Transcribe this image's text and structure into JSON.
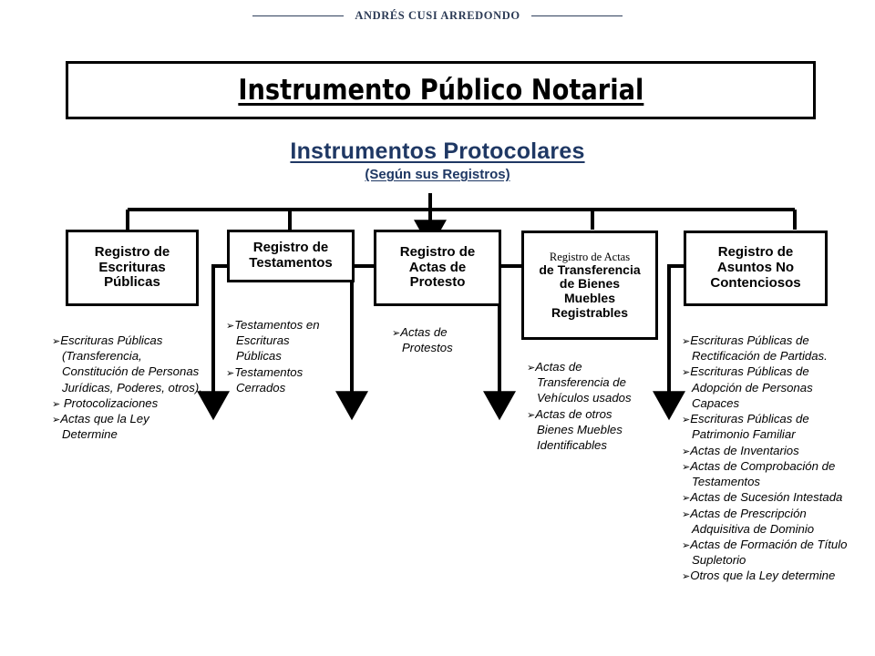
{
  "header": {
    "author": "ANDRÉS CUSI ARREDONDO"
  },
  "title": {
    "text": "Instrumento Público Notarial"
  },
  "subtitle": {
    "main": "Instrumentos Protocolares",
    "sub": "(Según sus Registros)"
  },
  "colors": {
    "accent_blue": "#1f3864",
    "header_blue": "#2b3a55",
    "line_black": "#000000",
    "page_bg": "#ffffff"
  },
  "boxes": [
    {
      "id": "registro-escrituras-publicas",
      "lines": [
        "Registro de",
        "Escrituras",
        "Públicas"
      ]
    },
    {
      "id": "registro-testamentos",
      "lines": [
        "Registro de",
        "Testamentos"
      ]
    },
    {
      "id": "registro-actas-protesto",
      "lines": [
        "Registro de",
        "Actas de",
        "Protesto"
      ]
    },
    {
      "id": "registro-actas-transferencia",
      "head": "Registro  de Actas",
      "lines": [
        "de Transferencia",
        "de Bienes",
        "Muebles",
        "Registrables"
      ]
    },
    {
      "id": "registro-asuntos-no-contenciosos",
      "lines": [
        "Registro  de",
        "Asuntos  No",
        "Contenciosos"
      ]
    }
  ],
  "lists": [
    {
      "id": "list-escrituras-publicas",
      "items": [
        "Escrituras Públicas (Transferencia, Constitución    de Personas Jurídicas, Poderes, otros).",
        " Protocolizaciones",
        "Actas que la Ley Determine"
      ]
    },
    {
      "id": "list-testamentos",
      "items": [
        "Testamentos en Escrituras Públicas",
        "Testamentos Cerrados"
      ]
    },
    {
      "id": "list-actas-protesto",
      "items": [
        "Actas de    Protestos"
      ]
    },
    {
      "id": "list-actas-transferencia",
      "items": [
        "Actas de Transferencia de Vehículos usados",
        "Actas de otros Bienes Muebles Identificables"
      ]
    },
    {
      "id": "list-asuntos-no-contenciosos",
      "items": [
        "Escrituras Públicas de Rectificación de Partidas.",
        "Escrituras Públicas de Adopción de Personas Capaces",
        "Escrituras Públicas de Patrimonio Familiar",
        "Actas de Inventarios",
        "Actas de Comprobación de Testamentos",
        "Actas de Sucesión Intestada",
        "Actas de Prescripción Adquisitiva de Dominio",
        "Actas de Formación de Título Supletorio",
        "Otros  que la Ley determine"
      ]
    }
  ],
  "bullet_glyph": "➢"
}
